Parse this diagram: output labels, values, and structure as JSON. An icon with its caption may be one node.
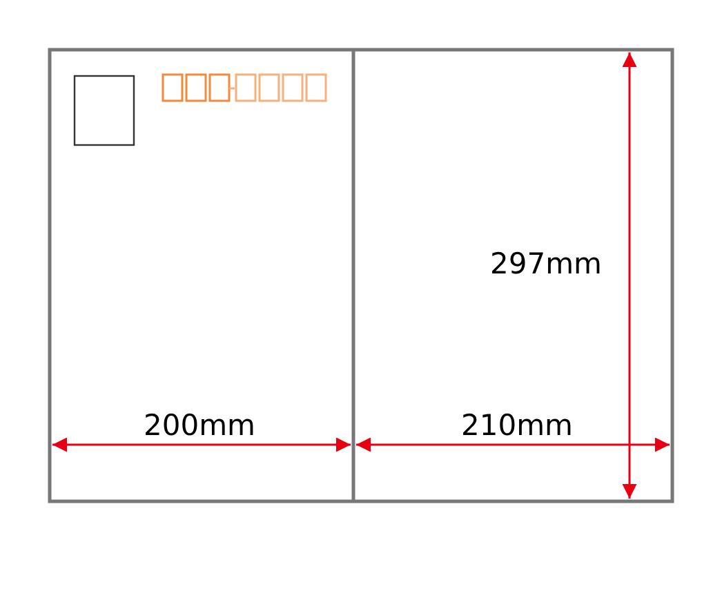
{
  "diagram": {
    "labels": [
      "297mm",
      "200mm",
      "210mm"
    ]
  }
}
